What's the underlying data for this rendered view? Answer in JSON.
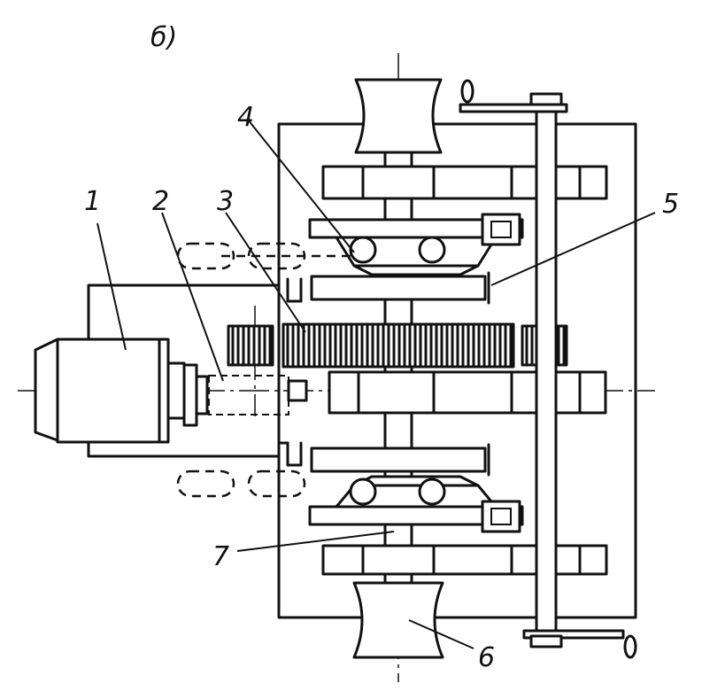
{
  "figure": {
    "subfigure_label": "б)",
    "labels": {
      "motor": "1",
      "coupling": "2",
      "gear": "3",
      "rollers": "4",
      "clutch": "5",
      "sheave": "6",
      "shaft": "7"
    }
  }
}
